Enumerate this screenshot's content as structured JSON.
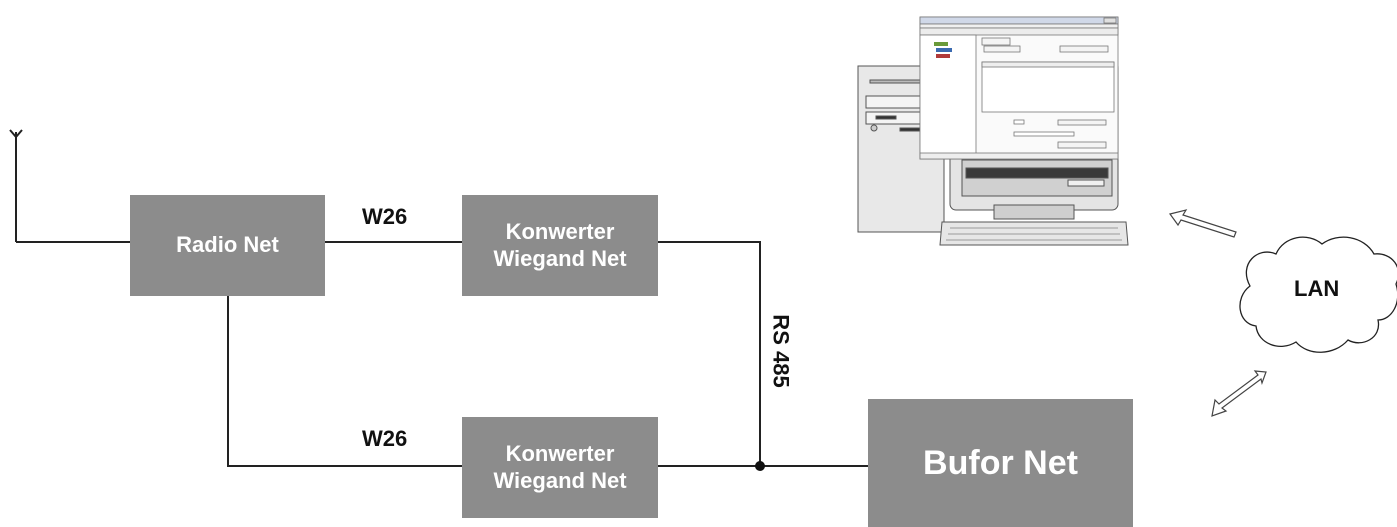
{
  "nodes": {
    "radio_net": "Radio Net",
    "konwerter_top": {
      "line1": "Konwerter",
      "line2": "Wiegand Net"
    },
    "konwerter_bottom": {
      "line1": "Konwerter",
      "line2": "Wiegand Net"
    },
    "bufor_net": "Bufor Net",
    "lan": "LAN"
  },
  "links": {
    "w26_top": "W26",
    "w26_bottom": "W26",
    "rs485": "RS 485"
  },
  "colors": {
    "box_fill": "#8c8c8c",
    "line": "#222222"
  }
}
